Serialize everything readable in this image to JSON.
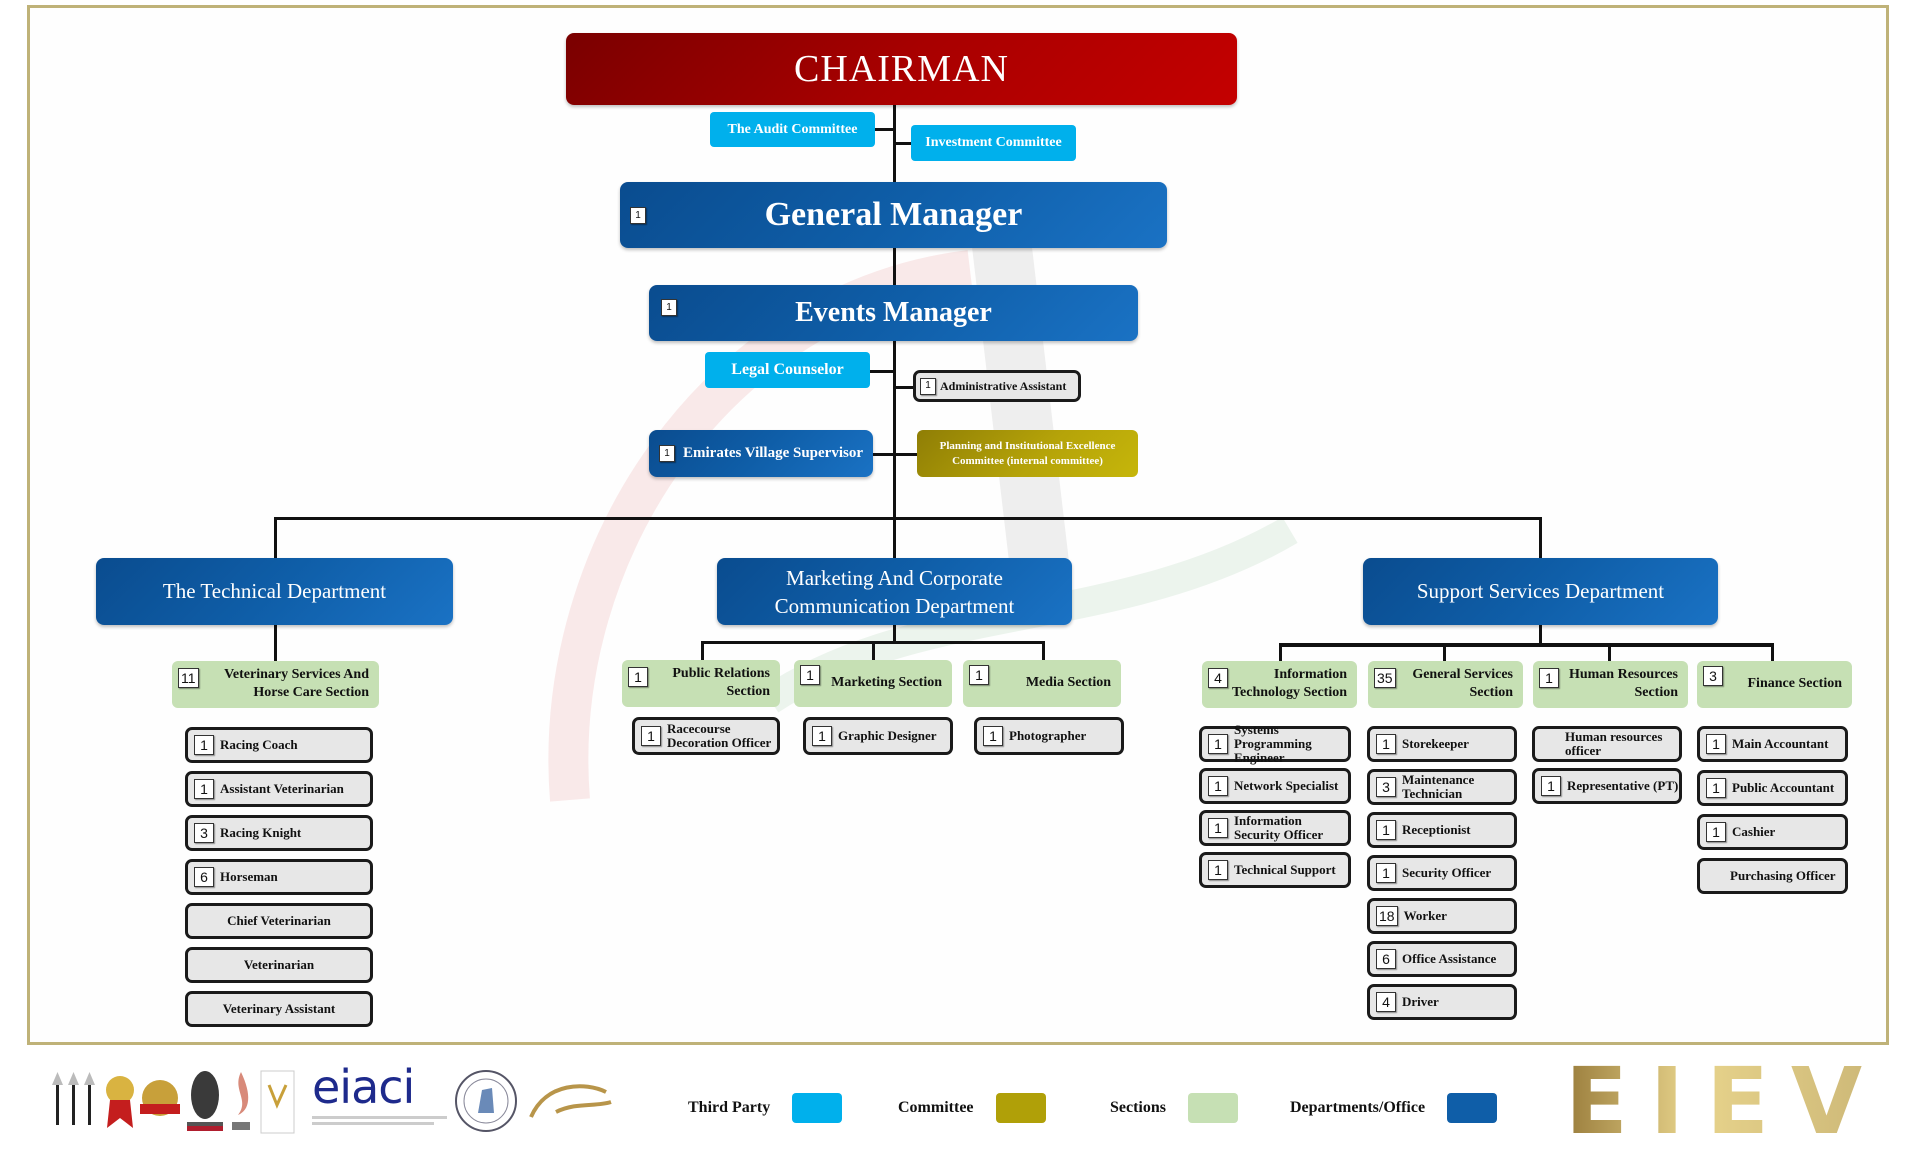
{
  "chart": {
    "chairman": "CHAIRMAN",
    "chairman_committees": [
      {
        "label": "The Audit Committee",
        "type": "third_party"
      },
      {
        "label": "Investment Committee",
        "type": "third_party"
      }
    ],
    "general_manager": {
      "label": "General Manager",
      "count": "1"
    },
    "events_manager": {
      "label": "Events Manager",
      "count": "1"
    },
    "events_staff": {
      "legal_counselor": "Legal Counselor",
      "administrative_assistant": {
        "label": "Administrative Assistant",
        "count": "1"
      },
      "emirates_village_supervisor": {
        "label": "Emirates Village Supervisor",
        "count": "1"
      },
      "committee": "Planning and Institutional Excellence Committee (internal committee)"
    },
    "departments": [
      {
        "name": "The Technical Department",
        "sections": [
          {
            "label": "Veterinary Services And Horse Care Section",
            "count": "11",
            "roles": [
              {
                "label": "Racing Coach",
                "count": "1"
              },
              {
                "label": "Assistant Veterinarian",
                "count": "1"
              },
              {
                "label": "Racing Knight",
                "count": "3"
              },
              {
                "label": "Horseman",
                "count": "6"
              },
              {
                "label": "Chief Veterinarian",
                "count": ""
              },
              {
                "label": "Veterinarian",
                "count": ""
              },
              {
                "label": "Veterinary Assistant",
                "count": ""
              }
            ]
          }
        ]
      },
      {
        "name": "Marketing And Corporate Communication Department",
        "sections": [
          {
            "label": "Public Relations Section",
            "count": "1",
            "roles": [
              {
                "label": "Racecourse Decoration Officer",
                "count": "1"
              }
            ]
          },
          {
            "label": "Marketing Section",
            "count": "1",
            "roles": [
              {
                "label": "Graphic Designer",
                "count": "1"
              }
            ]
          },
          {
            "label": "Media Section",
            "count": "1",
            "roles": [
              {
                "label": "Photographer",
                "count": "1"
              }
            ]
          }
        ]
      },
      {
        "name": "Support Services Department",
        "sections": [
          {
            "label": "Information Technology Section",
            "count": "4",
            "roles": [
              {
                "label": "Systems Programming Engineer",
                "count": "1"
              },
              {
                "label": "Network Specialist",
                "count": "1"
              },
              {
                "label": "Information Security Officer",
                "count": "1"
              },
              {
                "label": "Technical Support",
                "count": "1"
              }
            ]
          },
          {
            "label": "General Services Section",
            "count": "35",
            "roles": [
              {
                "label": "Storekeeper",
                "count": "1"
              },
              {
                "label": "Maintenance Technician",
                "count": "3"
              },
              {
                "label": "Receptionist",
                "count": "1"
              },
              {
                "label": "Security Officer",
                "count": "1"
              },
              {
                "label": "Worker",
                "count": "18"
              },
              {
                "label": "Office Assistance",
                "count": "6"
              },
              {
                "label": "Driver",
                "count": "4"
              }
            ]
          },
          {
            "label": "Human Resources Section",
            "count": "1",
            "roles": [
              {
                "label": "Human resources officer",
                "count": ""
              },
              {
                "label": "Representative (PT)",
                "count": "1"
              }
            ]
          },
          {
            "label": "Finance Section",
            "count": "3",
            "roles": [
              {
                "label": "Main Accountant",
                "count": "1"
              },
              {
                "label": "Public Accountant",
                "count": "1"
              },
              {
                "label": "Cashier",
                "count": "1"
              },
              {
                "label": "Purchasing Officer",
                "count": ""
              }
            ]
          }
        ]
      }
    ]
  },
  "legend": [
    {
      "label": "Third Party",
      "color": "#00b0ec"
    },
    {
      "label": "Committee",
      "color": "#b0a008"
    },
    {
      "label": "Sections",
      "color": "#c6e0b4"
    },
    {
      "label": "Departments/Office",
      "color": "#0f5ea8"
    }
  ],
  "footer": {
    "brand_logo_text": "EIEV",
    "partner_logo_text": "eiaci",
    "logos": [
      "lamps-logo",
      "award-badge-logo",
      "award-ribbon-logo",
      "seal-logo",
      "flame-logo",
      "certification-logo",
      "eiaci-logo",
      "horse-seal-logo",
      "calligraphy-logo"
    ]
  },
  "colors": {
    "chairman": "#b00000",
    "department": "#0f5ea8",
    "third_party": "#00b0ec",
    "committee": "#b0a008",
    "section": "#c6e0b4",
    "role": "#e7e7e7",
    "frame": "#bfb278",
    "brand_gold": "#d8c27a"
  }
}
